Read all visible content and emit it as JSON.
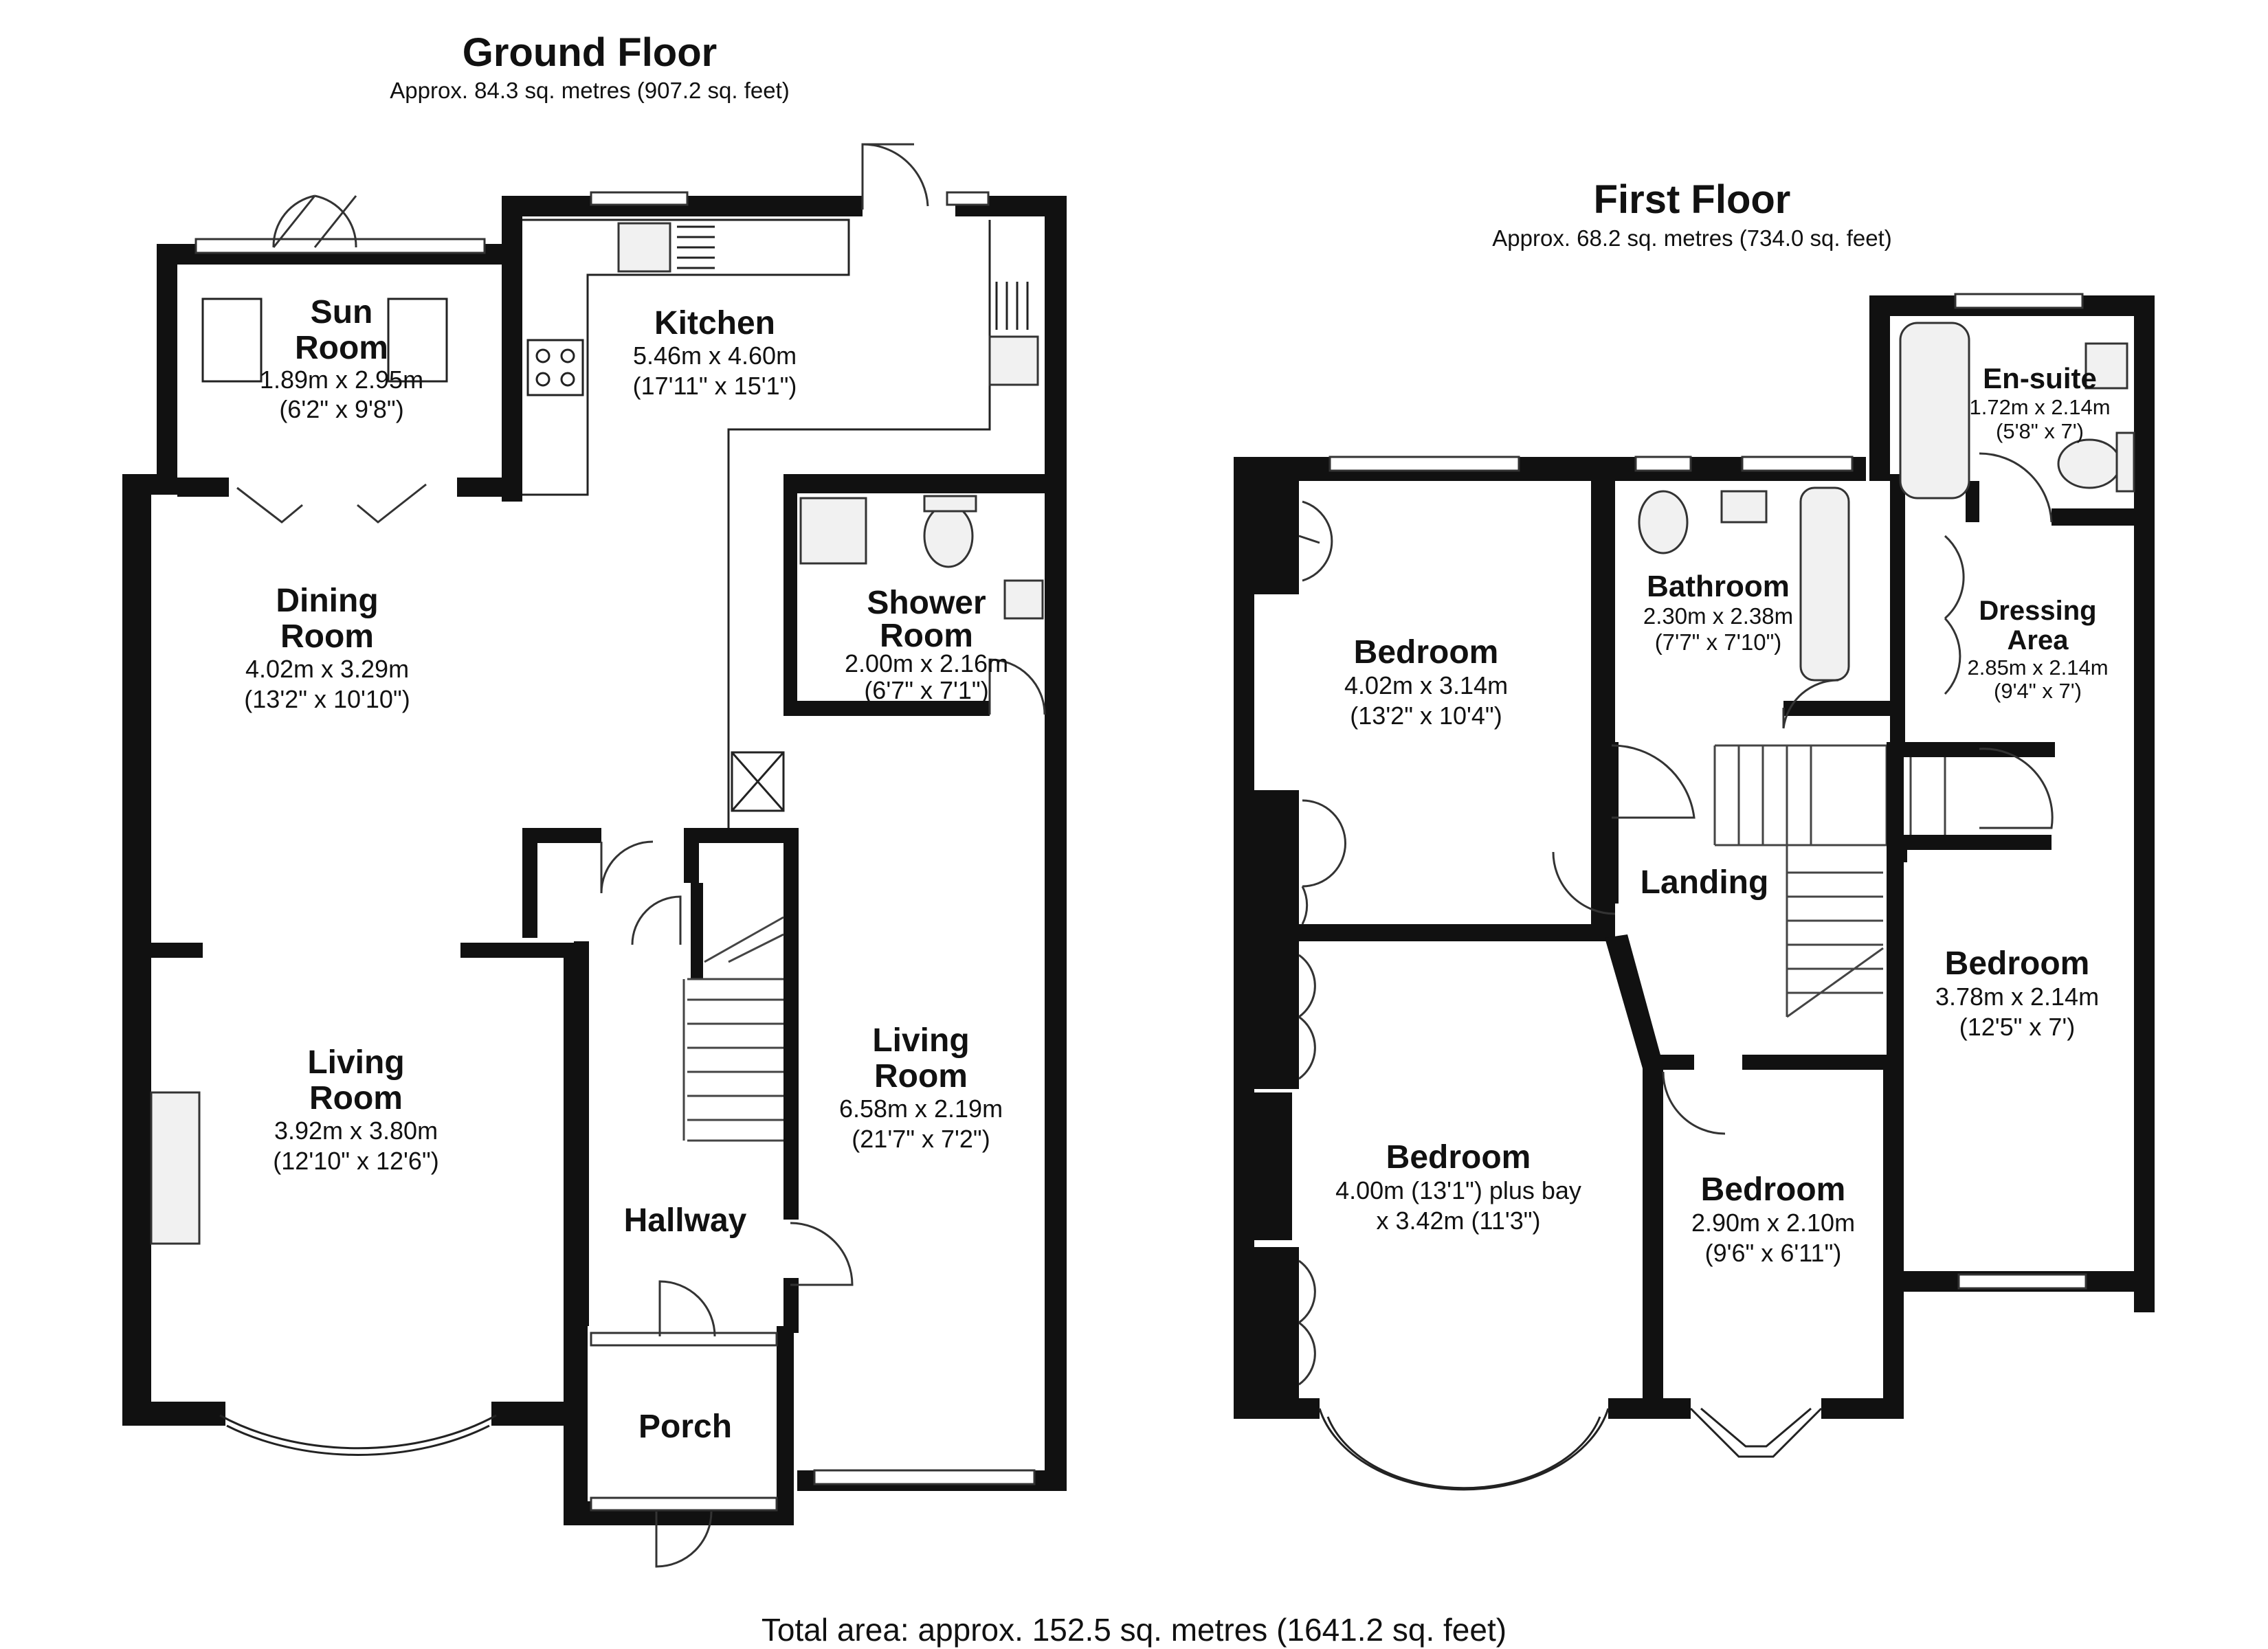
{
  "floors": {
    "ground": {
      "title": "Ground Floor",
      "area": "Approx. 84.3 sq. metres (907.2 sq. feet)",
      "rooms": [
        {
          "name": [
            "Sun",
            "Room"
          ],
          "metric": "1.89m x 2.95m",
          "imperial": "(6'2\" x 9'8\")"
        },
        {
          "name": [
            "Kitchen"
          ],
          "metric": "5.46m x 4.60m",
          "imperial": "(17'11\" x 15'1\")"
        },
        {
          "name": [
            "Dining",
            "Room"
          ],
          "metric": "4.02m x 3.29m",
          "imperial": "(13'2\" x 10'10\")"
        },
        {
          "name": [
            "Shower",
            "Room"
          ],
          "metric": "2.00m x 2.16m",
          "imperial": "(6'7\" x 7'1\")"
        },
        {
          "name": [
            "Living",
            "Room"
          ],
          "metric": "3.92m x 3.80m",
          "imperial": "(12'10\" x 12'6\")"
        },
        {
          "name": [
            "Living",
            "Room"
          ],
          "metric": "6.58m x 2.19m",
          "imperial": "(21'7\" x 7'2\")"
        },
        {
          "name": [
            "Hallway"
          ],
          "metric": "",
          "imperial": ""
        },
        {
          "name": [
            "Porch"
          ],
          "metric": "",
          "imperial": ""
        }
      ]
    },
    "first": {
      "title": "First Floor",
      "area": "Approx. 68.2 sq. metres (734.0 sq. feet)",
      "rooms": [
        {
          "name": [
            "En-suite"
          ],
          "metric": "1.72m x 2.14m",
          "imperial": "(5'8\" x 7')"
        },
        {
          "name": [
            "Bathroom"
          ],
          "metric": "2.30m x 2.38m",
          "imperial": "(7'7\" x 7'10\")"
        },
        {
          "name": [
            "Dressing",
            "Area"
          ],
          "metric": "2.85m x 2.14m",
          "imperial": "(9'4\" x 7')"
        },
        {
          "name": [
            "Bedroom"
          ],
          "metric": "4.02m x 3.14m",
          "imperial": "(13'2\" x 10'4\")"
        },
        {
          "name": [
            "Landing"
          ],
          "metric": "",
          "imperial": ""
        },
        {
          "name": [
            "Bedroom"
          ],
          "metric": "3.78m x 2.14m",
          "imperial": "(12'5\" x 7')"
        },
        {
          "name": [
            "Bedroom"
          ],
          "metric": "4.00m (13'1\") plus bay",
          "imperial": "x 3.42m (11'3\")"
        },
        {
          "name": [
            "Bedroom"
          ],
          "metric": "2.90m x 2.10m",
          "imperial": "(9'6\" x 6'11\")"
        }
      ]
    }
  },
  "total_area": "Total area: approx. 152.5 sq. metres (1641.2 sq. feet)"
}
